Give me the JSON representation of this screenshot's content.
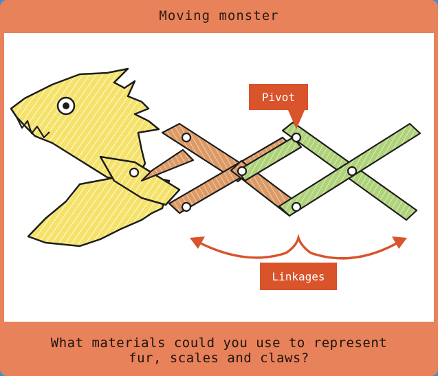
{
  "header": {
    "title": "Moving monster"
  },
  "illustration": {
    "labels": {
      "pivot": "Pivot",
      "linkages": "Linkages"
    },
    "colors": {
      "monster_yellow": "#f2df56",
      "link_orange": "#d9955f",
      "link_green": "#a9cf72",
      "callout_red": "#d9532b"
    },
    "icons": [
      "monster-drawing",
      "pivot-pin",
      "double-arrow"
    ]
  },
  "footer": {
    "question_line1": "What materials could you use to represent",
    "question_line2": "fur, scales and claws?"
  }
}
